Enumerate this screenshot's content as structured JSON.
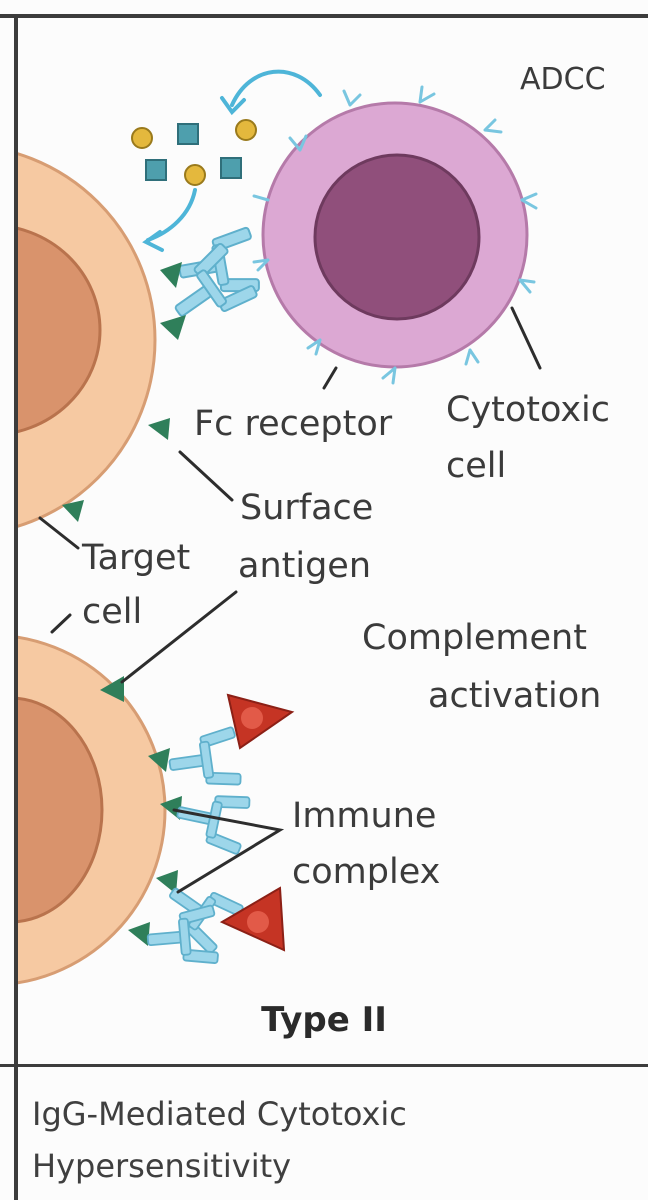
{
  "labels": {
    "adcc": "ADCC",
    "cytotoxic_cell_line1": "Cytotoxic",
    "cytotoxic_cell_line2": "cell",
    "fc_receptor": "Fc receptor",
    "surface_antigen_line1": "Surface",
    "surface_antigen_line2": "antigen",
    "target_cell_line1": "Target",
    "target_cell_line2": "cell",
    "complement_activation_line1": "Complement",
    "complement_activation_line2": "activation",
    "immune_complex_line1": "Immune",
    "immune_complex_line2": "complex"
  },
  "title": "Type II",
  "caption": {
    "line1": "IgG-Mediated Cytotoxic",
    "line2": "Hypersensitivity"
  },
  "colors": {
    "target_cell_outer": "#f6c9a2",
    "target_cell_inner": "#d9936c",
    "cytotoxic_cell_outer": "#dca8d3",
    "cytotoxic_cell_nucleus": "#904f7b",
    "antigen": "#2f7f5a",
    "antibody": "#9dd6ea",
    "arrow": "#4eb5d8",
    "granule_circle": "#e4b83d",
    "granule_square": "#4e9fad",
    "complement": "#c53424"
  }
}
